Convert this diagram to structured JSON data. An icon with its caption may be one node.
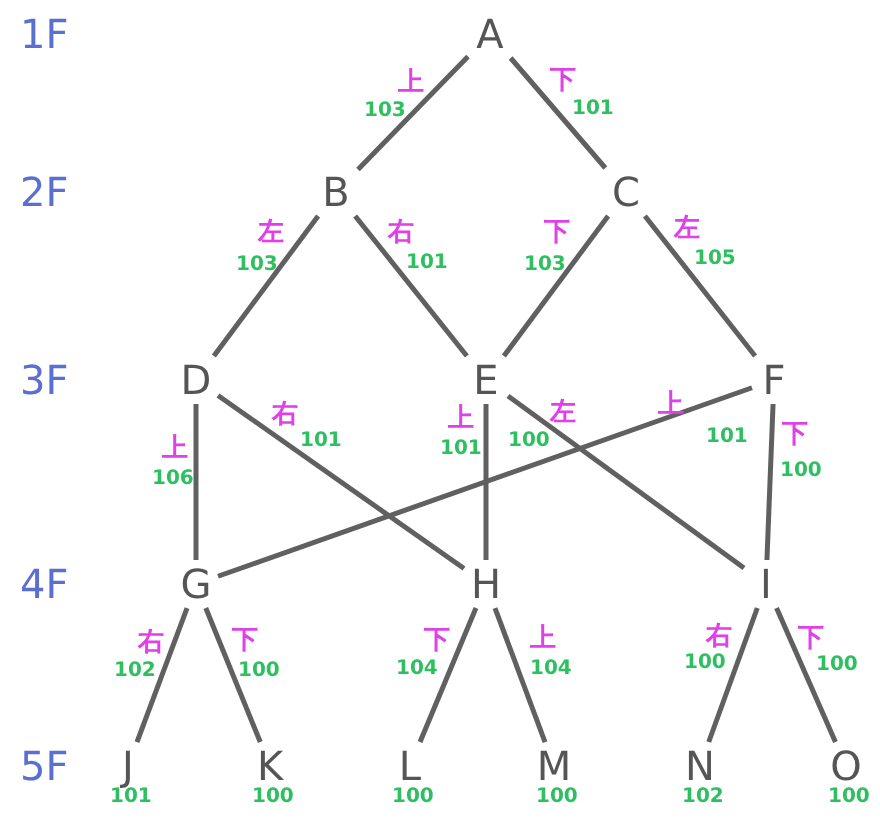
{
  "diagram": {
    "nodes": [
      {
        "text": [
          "A"
        ]
      },
      {
        "text": [
          "B"
        ]
      },
      {
        "text": [
          "C"
        ]
      },
      {
        "text": [
          "D"
        ]
      },
      {
        "text": [
          "E"
        ]
      },
      {
        "text": [
          "F"
        ]
      },
      {
        "text": [
          "G"
        ]
      },
      {
        "text": [
          "H"
        ]
      },
      {
        "text": [
          "I"
        ]
      },
      {
        "text": [
          "J"
        ],
        "beside": [
          "101"
        ]
      },
      {
        "text": [
          "K"
        ],
        "beside": [
          "100"
        ]
      },
      {
        "text": [
          "L"
        ],
        "beside": [
          "100"
        ]
      },
      {
        "text": [
          "M"
        ],
        "beside": [
          "100"
        ]
      },
      {
        "text": [
          "N"
        ],
        "beside": [
          "102"
        ]
      },
      {
        "text": [
          "O"
        ],
        "beside": [
          "100"
        ]
      }
    ],
    "edges": [
      {
        "from": 0,
        "to": 1,
        "arrow": "none",
        "label": "上 103"
      },
      {
        "from": 0,
        "to": 2,
        "arrow": "none",
        "label": "下 101"
      },
      {
        "from": 1,
        "to": 3,
        "arrow": "none",
        "label": "左 103"
      },
      {
        "from": 1,
        "to": 4,
        "arrow": "none",
        "label": "右 101"
      },
      {
        "from": 2,
        "to": 4,
        "arrow": "none",
        "label": "下 103"
      },
      {
        "from": 2,
        "to": 5,
        "arrow": "none",
        "label": "左 105"
      },
      {
        "from": 3,
        "to": 6,
        "arrow": "none",
        "label": "上 106"
      },
      {
        "from": 3,
        "to": 7,
        "arrow": "none",
        "label": "右 101"
      },
      {
        "from": 4,
        "to": 7,
        "arrow": "none",
        "label": "上 101"
      },
      {
        "from": 4,
        "to": 8,
        "arrow": "none",
        "label": "左 100"
      },
      {
        "from": 5,
        "to": 6,
        "arrow": "none",
        "label": "上 101"
      },
      {
        "from": 5,
        "to": 8,
        "arrow": "none",
        "label": "下 100"
      },
      {
        "from": 6,
        "to": 9,
        "arrow": "none",
        "label": "右 102"
      },
      {
        "from": 6,
        "to": 10,
        "arrow": "none",
        "label": "下 100"
      },
      {
        "from": 7,
        "to": 11,
        "arrow": "none",
        "label": "下 104"
      },
      {
        "from": 7,
        "to": 12,
        "arrow": "none",
        "label": "上 104"
      },
      {
        "from": 8,
        "to": 13,
        "arrow": "none",
        "label": "右 100"
      },
      {
        "from": 8,
        "to": 14,
        "arrow": "none",
        "label": "下 100"
      }
    ],
    "labels": [
      "1F",
      "2F",
      "3F",
      "4F",
      "5F"
    ]
  }
}
